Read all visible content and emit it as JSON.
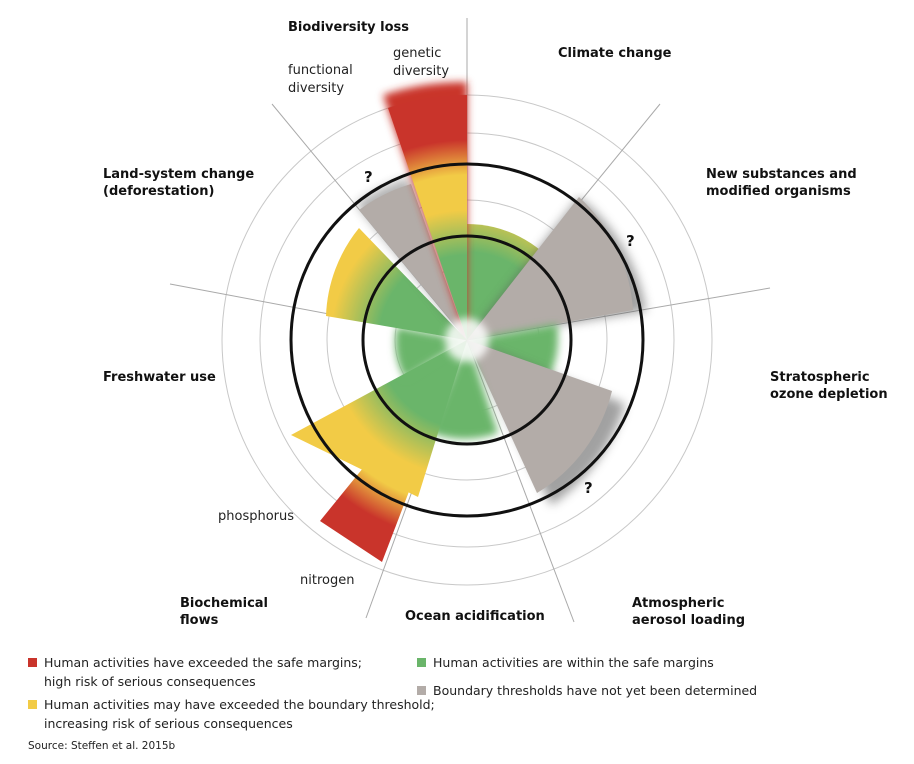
{
  "diagram": {
    "type": "planetary-boundaries-radial",
    "sectors": [
      {
        "id": "climate-change",
        "label_lines": [
          "Climate change"
        ],
        "status": "yellow",
        "level": 1.3
      },
      {
        "id": "new-substances",
        "label_lines": [
          "New substances and",
          "modified organisms"
        ],
        "status": "grey",
        "unknown": true
      },
      {
        "id": "stratospheric-ozone",
        "label_lines": [
          "Stratospheric",
          "ozone depletion"
        ],
        "status": "green",
        "level": 0.9
      },
      {
        "id": "atmospheric-aerosol",
        "label_lines": [
          "Atmospheric",
          "aerosol loading"
        ],
        "status": "grey",
        "unknown": true
      },
      {
        "id": "ocean-acidification",
        "label_lines": [
          "Ocean acidification"
        ],
        "status": "green",
        "level": 0.85
      },
      {
        "id": "biochemical-flows",
        "label_lines": [
          "Biochemical",
          "flows"
        ],
        "sub": [
          {
            "label": "phosphorus",
            "status": "yellow",
            "level": 1.9
          },
          {
            "label": "nitrogen",
            "status": "red",
            "level": 2.5
          }
        ]
      },
      {
        "id": "freshwater-use",
        "label_lines": [
          "Freshwater use"
        ],
        "status": "green",
        "level": 0.45
      },
      {
        "id": "land-system-change",
        "label_lines": [
          "Land-system change",
          "(deforestation)"
        ],
        "status": "yellow",
        "level": 1.5
      },
      {
        "id": "biodiversity-loss",
        "label_lines": [
          "Biodiversity loss"
        ],
        "sub": [
          {
            "label_lines": [
              "functional",
              "diversity"
            ],
            "status": "grey",
            "unknown": true
          },
          {
            "label_lines": [
              "genetic",
              "diversity"
            ],
            "status": "red",
            "level": 3.0
          }
        ]
      }
    ],
    "unknown_mark": "?"
  },
  "colors": {
    "red": "#c9342b",
    "yellow": "#f2cb46",
    "green": "#6ab56a",
    "grey": "#b3aca8",
    "ring": "#111111",
    "guide": "#c8c8c8"
  },
  "legend": {
    "red_line1": "Human activities have exceeded the safe margins;",
    "red_line2": "high risk of serious consequences",
    "yellow_line1": "Human activities may have exceeded the boundary threshold;",
    "yellow_line2": "increasing risk of serious consequences",
    "green_text": "Human activities are within the safe margins",
    "grey_text": "Boundary thresholds have not yet been determined"
  },
  "source": "Source: Steffen et al. 2015b"
}
